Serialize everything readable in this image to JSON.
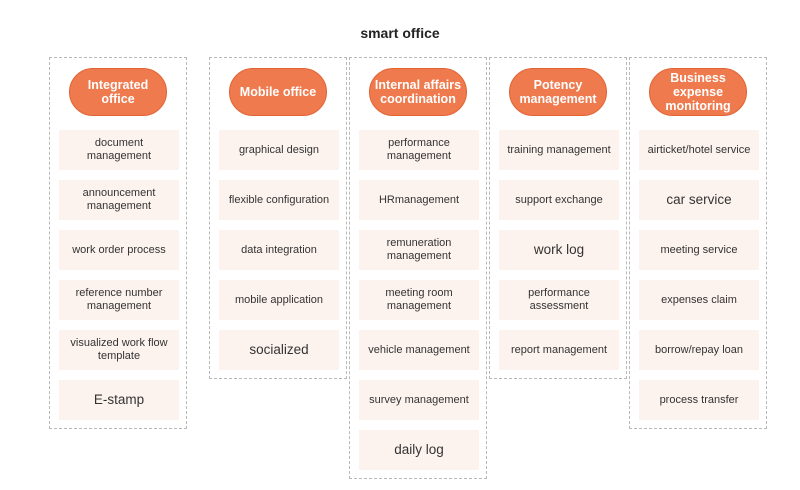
{
  "title": "smart office",
  "columns": [
    {
      "header": "Integrated office",
      "items": [
        {
          "label": "document management"
        },
        {
          "label": "announcement management"
        },
        {
          "label": "work order process"
        },
        {
          "label": "reference number management"
        },
        {
          "label": "visualized work flow template"
        },
        {
          "label": "E-stamp",
          "big": true
        }
      ]
    },
    {
      "header": "Mobile office",
      "items": [
        {
          "label": "graphical design"
        },
        {
          "label": "flexible configuration"
        },
        {
          "label": "data integration"
        },
        {
          "label": "mobile application"
        },
        {
          "label": "socialized",
          "big": true
        }
      ]
    },
    {
      "header": "Internal affairs coordination",
      "items": [
        {
          "label": "performance management"
        },
        {
          "label": "HRmanagement"
        },
        {
          "label": "remuneration management"
        },
        {
          "label": "meeting room management"
        },
        {
          "label": "vehicle management"
        },
        {
          "label": "survey management"
        },
        {
          "label": "daily log",
          "big": true
        }
      ]
    },
    {
      "header": "Potency management",
      "items": [
        {
          "label": "training management"
        },
        {
          "label": "support exchange"
        },
        {
          "label": "work log",
          "big": true
        },
        {
          "label": "performance assessment"
        },
        {
          "label": "report management"
        }
      ]
    },
    {
      "header": "Business expense monitoring",
      "items": [
        {
          "label": "airticket/hotel service"
        },
        {
          "label": "car service",
          "big": true
        },
        {
          "label": "meeting service"
        },
        {
          "label": "expenses claim"
        },
        {
          "label": "borrow/repay loan"
        },
        {
          "label": "process transfer"
        }
      ]
    }
  ]
}
